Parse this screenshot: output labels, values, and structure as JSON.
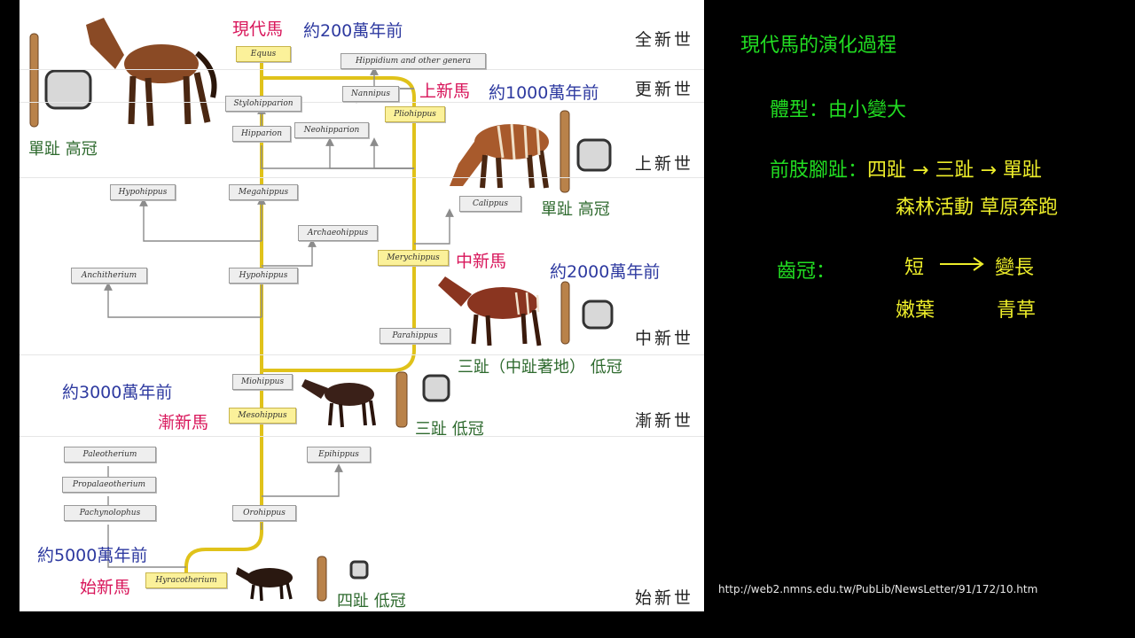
{
  "eras": {
    "holocene": "全新世",
    "pleistocene": "更新世",
    "pliocene": "上新世",
    "miocene": "中新世",
    "oligocene": "漸新世",
    "eocene": "始新世"
  },
  "genera": {
    "equus": "Equus",
    "hippidium": "Hippidium and other genera",
    "nannipus": "Nannipus",
    "stylohipparion": "Stylohipparion",
    "hipparion": "Hipparion",
    "neohipparion": "Neohipparion",
    "pliohippus": "Pliohippus",
    "calippus": "Calippus",
    "hypohippus_top": "Hypohippus",
    "megahippus": "Megahippus",
    "archaeohippus": "Archaeohippus",
    "anchitherium": "Anchitherium",
    "hypohippus_mid": "Hypohippus",
    "merychippus": "Merychippus",
    "parahippus": "Parahippus",
    "miohippus": "Miohippus",
    "mesohippus": "Mesohippus",
    "epihippus": "Epihippus",
    "palaeotherium": "Paleotherium",
    "propalaeotherium": "Propalaeotherium",
    "pachynolophus": "Pachynolophus",
    "orohippus": "Orohippus",
    "hyracotherium": "Hyracotherium"
  },
  "labels": {
    "modern_horse": "現代馬",
    "modern_time": "約200萬年前",
    "pliocene_horse": "上新馬",
    "pliocene_time": "約1000萬年前",
    "miocene_horse": "中新馬",
    "miocene_time": "約2000萬年前",
    "oligocene_time": "約3000萬年前",
    "oligocene_horse": "漸新馬",
    "eocene_time": "約5000萬年前",
    "eocene_horse": "始新馬",
    "equus_feature": "單趾 高冠",
    "pliohippus_feature": "單趾 高冠",
    "merychippus_feature": "三趾（中趾著地） 低冠",
    "mesohippus_feature": "三趾 低冠",
    "hyracotherium_feature": "四趾 低冠"
  },
  "notes": {
    "title": "現代馬的演化過程",
    "body_size": "體型：由小變大",
    "toes_label": "前肢腳趾：",
    "toes_four": "四趾",
    "toes_three": "三趾",
    "toes_one": "單趾",
    "arrow": "→",
    "habitat": "森林活動 草原奔跑",
    "crown_label": "齒冠：",
    "crown_short": "短",
    "crown_long": "變長",
    "leaf_food": "嫩葉",
    "grass_food": "青草"
  },
  "source_url": "http://web2.nmns.edu.tw/PubLib/NewsLetter/91/172/10.htm",
  "colors": {
    "main_line": "#e0c21a",
    "branch_line": "#8c8c8c",
    "red_label": "#d8155a",
    "blue_label": "#2e3aa0",
    "green_label": "#2e6a2e",
    "note_green": "#22dd22",
    "note_yellow": "#eded2a"
  },
  "icons": [
    "horse-illustration",
    "leg-bone-icon",
    "tooth-icon"
  ]
}
